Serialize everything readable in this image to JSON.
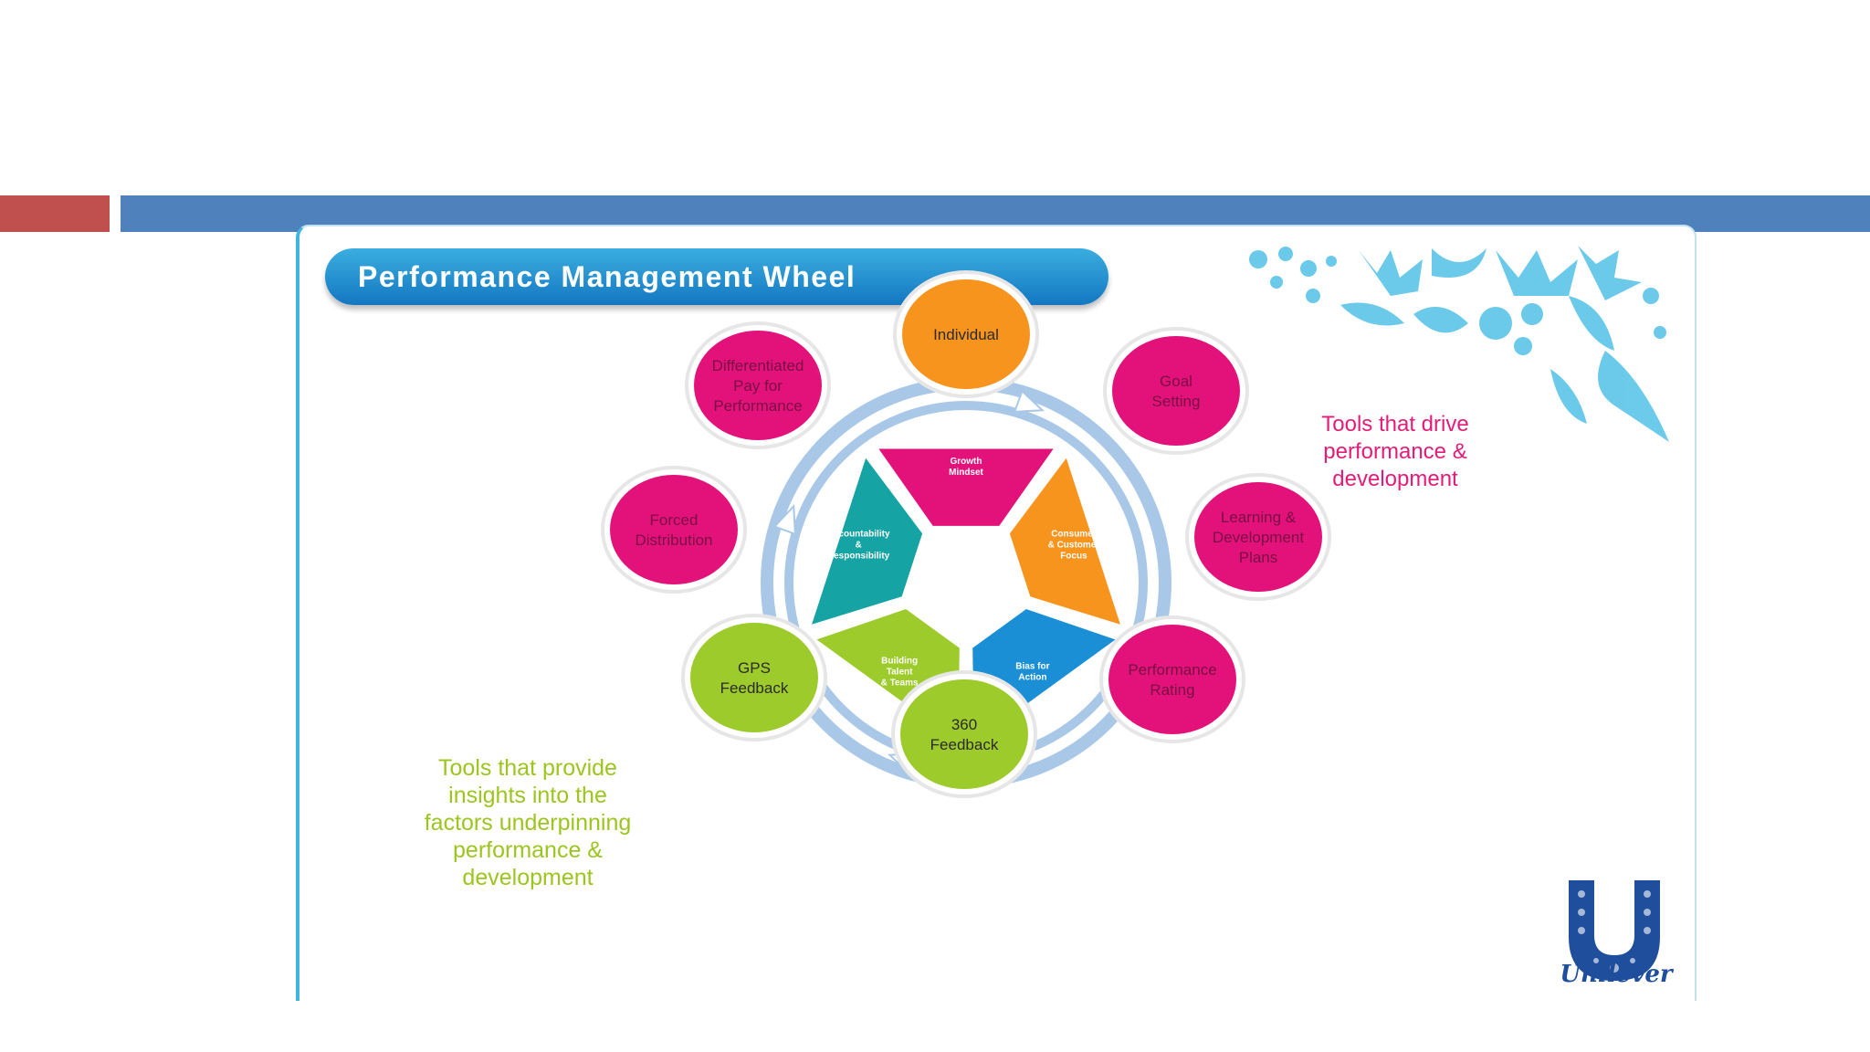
{
  "title": "Performance Management Wheel",
  "callouts": {
    "drive": [
      "Tools that drive",
      "performance &",
      "development"
    ],
    "insights": [
      "Tools that provide",
      "insights into the",
      "factors underpinning",
      "performance &",
      "development"
    ]
  },
  "nodes": [
    {
      "id": "individual",
      "lines": [
        "Individual"
      ],
      "color": "#f7941d"
    },
    {
      "id": "goal-setting",
      "lines": [
        "Goal",
        "Setting"
      ],
      "color": "#e3127a"
    },
    {
      "id": "learning",
      "lines": [
        "Learning &",
        "Development",
        "Plans"
      ],
      "color": "#e3127a"
    },
    {
      "id": "performance-rating",
      "lines": [
        "Performance",
        "Rating"
      ],
      "color": "#e3127a"
    },
    {
      "id": "feedback-360",
      "lines": [
        "360",
        "Feedback"
      ],
      "color": "#9ccb2b"
    },
    {
      "id": "gps-feedback",
      "lines": [
        "GPS",
        "Feedback"
      ],
      "color": "#9ccb2b"
    },
    {
      "id": "forced-distribution",
      "lines": [
        "Forced",
        "Distribution"
      ],
      "color": "#e3127a"
    },
    {
      "id": "differentiated-pay",
      "lines": [
        "Differentiated",
        "Pay for",
        "Performance"
      ],
      "color": "#e3127a"
    }
  ],
  "segments": [
    {
      "id": "growth-mindset",
      "lines": [
        "Growth",
        "Mindset"
      ],
      "color": "#e3127a"
    },
    {
      "id": "consumer-customer",
      "lines": [
        "Consumer",
        "& Customer",
        "Focus"
      ],
      "color": "#f7941d"
    },
    {
      "id": "bias-for-action",
      "lines": [
        "Bias for",
        "Action"
      ],
      "color": "#1a8fd6"
    },
    {
      "id": "building-talent",
      "lines": [
        "Building",
        "Talent",
        "& Teams"
      ],
      "color": "#9ccb2b"
    },
    {
      "id": "accountability",
      "lines": [
        "Accountability",
        "&",
        "Responsibility"
      ],
      "color": "#16a3a3"
    }
  ],
  "logo_text": "Unilever",
  "colors": {
    "accent_red": "#c0504d",
    "accent_blue": "#4f81bd",
    "ring": "#a9c8e8"
  }
}
